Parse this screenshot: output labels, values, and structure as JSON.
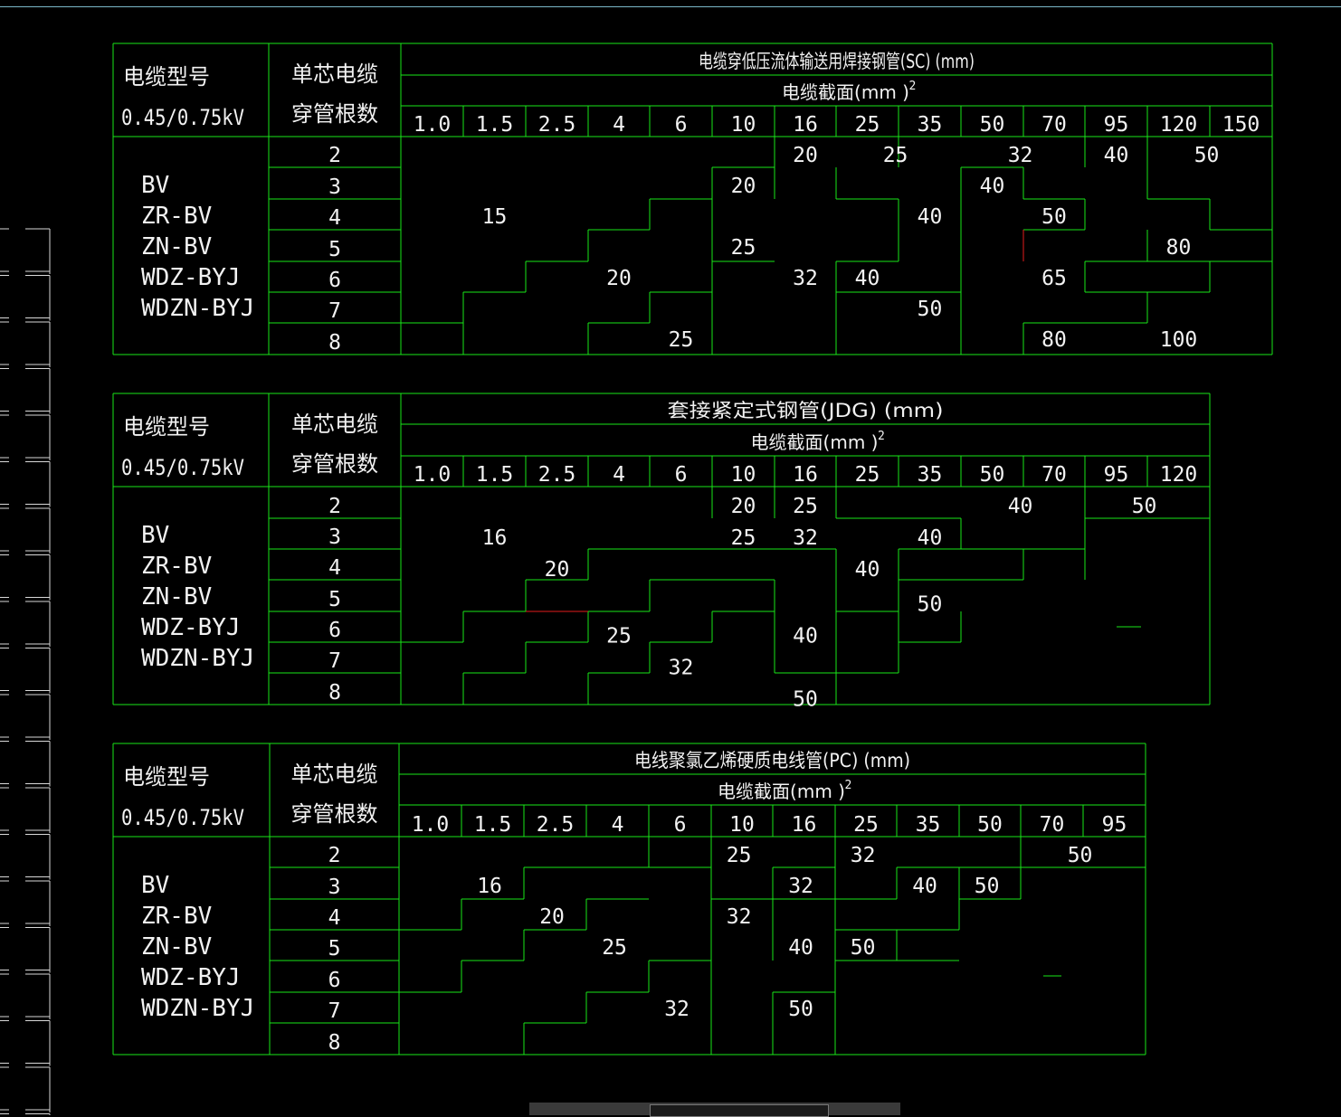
{
  "tables": [
    {
      "id": "sc",
      "title": "电缆穿低压流体输送用焊接钢管(SC)  (mm)",
      "section_label": "电缆截面(mm )",
      "section_sup": "2",
      "cable_type_label": "电缆型号",
      "voltage": "0.45/0.75kV",
      "count_label_1": "单芯电缆",
      "count_label_2": "穿管根数",
      "models": [
        "BV",
        "ZR-BV",
        "ZN-BV",
        "WDZ-BYJ",
        "WDZN-BYJ"
      ],
      "sizes": [
        "1.0",
        "1.5",
        "2.5",
        "4",
        "6",
        "10",
        "16",
        "25",
        "35",
        "50",
        "70",
        "95",
        "120",
        "150"
      ],
      "counts": [
        "2",
        "3",
        "4",
        "5",
        "6",
        "7",
        "8"
      ],
      "values": [
        {
          "t": "20",
          "c": 6.5,
          "r": 0
        },
        {
          "t": "25",
          "c": 7.95,
          "r": 0
        },
        {
          "t": "32",
          "c": 9.95,
          "r": 0
        },
        {
          "t": "40",
          "c": 11.5,
          "r": 0
        },
        {
          "t": "50",
          "c": 12.95,
          "r": 0
        },
        {
          "t": "20",
          "c": 5.5,
          "r": 1
        },
        {
          "t": "40",
          "c": 9.5,
          "r": 1
        },
        {
          "t": "15",
          "c": 1.5,
          "r": 2
        },
        {
          "t": "40",
          "c": 8.5,
          "r": 2
        },
        {
          "t": "50",
          "c": 10.5,
          "r": 2
        },
        {
          "t": "25",
          "c": 5.5,
          "r": 3
        },
        {
          "t": "80",
          "c": 12.5,
          "r": 3
        },
        {
          "t": "20",
          "c": 3.5,
          "r": 4
        },
        {
          "t": "32",
          "c": 6.5,
          "r": 4
        },
        {
          "t": "40",
          "c": 7.5,
          "r": 4
        },
        {
          "t": "65",
          "c": 10.5,
          "r": 4
        },
        {
          "t": "50",
          "c": 8.5,
          "r": 5
        },
        {
          "t": "25",
          "c": 4.5,
          "r": 6
        },
        {
          "t": "80",
          "c": 10.5,
          "r": 6
        },
        {
          "t": "100",
          "c": 12.5,
          "r": 6
        }
      ]
    },
    {
      "id": "jdg",
      "title": "套接紧定式钢管(JDG)  (mm)",
      "section_label": "电缆截面(mm )",
      "section_sup": "2",
      "cable_type_label": "电缆型号",
      "voltage": "0.45/0.75kV",
      "count_label_1": "单芯电缆",
      "count_label_2": "穿管根数",
      "models": [
        "BV",
        "ZR-BV",
        "ZN-BV",
        "WDZ-BYJ",
        "WDZN-BYJ"
      ],
      "sizes": [
        "1.0",
        "1.5",
        "2.5",
        "4",
        "6",
        "10",
        "16",
        "25",
        "35",
        "50",
        "70",
        "95",
        "120"
      ],
      "counts": [
        "2",
        "3",
        "4",
        "5",
        "6",
        "7",
        "8"
      ],
      "values": [
        {
          "t": "20",
          "c": 5.5,
          "r": 0
        },
        {
          "t": "25",
          "c": 6.5,
          "r": 0
        },
        {
          "t": "40",
          "c": 9.95,
          "r": 0
        },
        {
          "t": "50",
          "c": 11.95,
          "r": 0
        },
        {
          "t": "16",
          "c": 1.5,
          "r": 1
        },
        {
          "t": "25",
          "c": 5.5,
          "r": 1
        },
        {
          "t": "32",
          "c": 6.5,
          "r": 1
        },
        {
          "t": "40",
          "c": 8.5,
          "r": 1
        },
        {
          "t": "20",
          "c": 2.5,
          "r": 2
        },
        {
          "t": "40",
          "c": 7.5,
          "r": 2
        },
        {
          "t": "50",
          "c": 8.5,
          "r": 3.1
        },
        {
          "t": "25",
          "c": 3.5,
          "r": 4.1
        },
        {
          "t": "40",
          "c": 6.5,
          "r": 4.1
        },
        {
          "t": "32",
          "c": 4.5,
          "r": 5.1
        },
        {
          "t": "50",
          "c": 6.5,
          "r": 6.1
        }
      ]
    },
    {
      "id": "pc",
      "title": "电线聚氯乙烯硬质电线管(PC)  (mm)",
      "section_label": "电缆截面(mm )",
      "section_sup": "2",
      "cable_type_label": "电缆型号",
      "voltage": "0.45/0.75kV",
      "count_label_1": "单芯电缆",
      "count_label_2": "穿管根数",
      "models": [
        "BV",
        "ZR-BV",
        "ZN-BV",
        "WDZ-BYJ",
        "WDZN-BYJ"
      ],
      "sizes": [
        "1.0",
        "1.5",
        "2.5",
        "4",
        "6",
        "10",
        "16",
        "25",
        "35",
        "50",
        "70",
        "95"
      ],
      "counts": [
        "2",
        "3",
        "4",
        "5",
        "6",
        "7",
        "8"
      ],
      "values": [
        {
          "t": "25",
          "c": 5.45,
          "r": 0
        },
        {
          "t": "32",
          "c": 7.45,
          "r": 0
        },
        {
          "t": "50",
          "c": 10.95,
          "r": 0
        },
        {
          "t": "16",
          "c": 1.45,
          "r": 1
        },
        {
          "t": "32",
          "c": 6.45,
          "r": 1
        },
        {
          "t": "40",
          "c": 8.45,
          "r": 1
        },
        {
          "t": "50",
          "c": 9.45,
          "r": 1
        },
        {
          "t": "20",
          "c": 2.45,
          "r": 2
        },
        {
          "t": "32",
          "c": 5.45,
          "r": 2
        },
        {
          "t": "25",
          "c": 3.45,
          "r": 3
        },
        {
          "t": "40",
          "c": 6.45,
          "r": 3
        },
        {
          "t": "50",
          "c": 7.45,
          "r": 3
        },
        {
          "t": "32",
          "c": 4.45,
          "r": 5
        },
        {
          "t": "50",
          "c": 6.45,
          "r": 5
        }
      ]
    }
  ]
}
